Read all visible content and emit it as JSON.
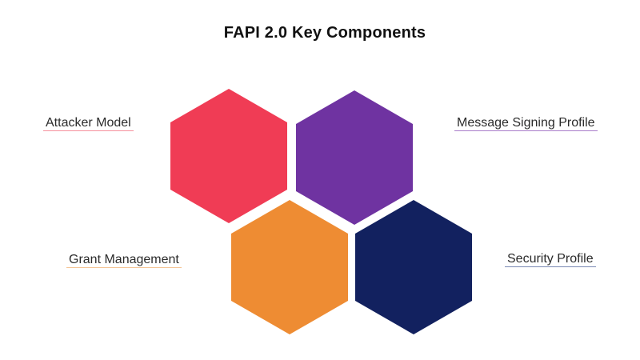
{
  "title": "FAPI 2.0 Key Components",
  "background_color": "#FFFFFF",
  "title_color": "#111111",
  "label_text_color": "#2b2b2b",
  "components": [
    {
      "label": "Attacker Model",
      "position": "top-left",
      "hex_fill": "#F03C55",
      "underline_color": "#F58F9C"
    },
    {
      "label": "Message Signing Profile",
      "position": "top-right",
      "hex_fill": "#6F33A1",
      "underline_color": "#A97DC9"
    },
    {
      "label": "Grant Management",
      "position": "bottom-left",
      "hex_fill": "#EE8C33",
      "underline_color": "#F5C494"
    },
    {
      "label": "Security Profile",
      "position": "bottom-right",
      "hex_fill": "#12215F",
      "underline_color": "#7A89B4"
    }
  ]
}
